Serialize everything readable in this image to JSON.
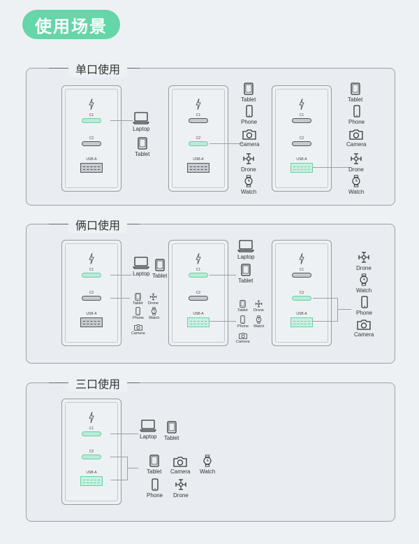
{
  "header": {
    "title": "使用场景"
  },
  "sections": [
    {
      "title": "单口使用"
    },
    {
      "title": "俩口使用"
    },
    {
      "title": "三口使用"
    }
  ],
  "ports": {
    "c1": "C1",
    "c2": "C2",
    "usba": "USB-A"
  },
  "devices": {
    "laptop": "Laptop",
    "tablet": "Tablet",
    "phone": "Phone",
    "camera": "Camera",
    "drone": "Drone",
    "watch": "Watch"
  },
  "colors": {
    "accent": "#66d5a8",
    "port_active": "#b8ecd8",
    "port_idle": "#c5cad0"
  }
}
